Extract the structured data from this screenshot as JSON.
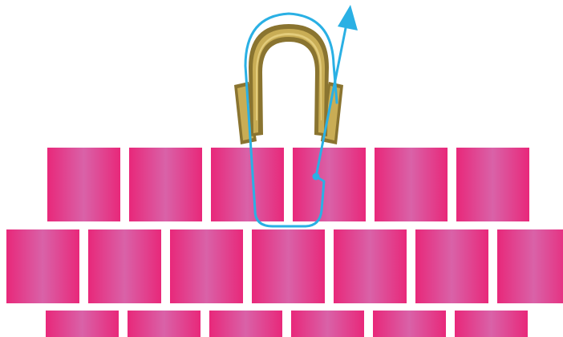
{
  "colors": {
    "background": "#ffffff",
    "tile_edge": "#e8287a",
    "tile_center": "#d962a8",
    "clip_outer": "#8a7430",
    "clip_face": "#c9ad55",
    "clip_highlight": "#e3cc7c",
    "path_line": "#2ab0e4"
  },
  "tiles": {
    "rows": [
      {
        "count": 6
      },
      {
        "count": 7
      },
      {
        "count": 6
      }
    ]
  },
  "clip": {
    "icon": "horseshoe-clip-icon"
  },
  "threading_path": {
    "icon": "arrow-up-icon"
  }
}
